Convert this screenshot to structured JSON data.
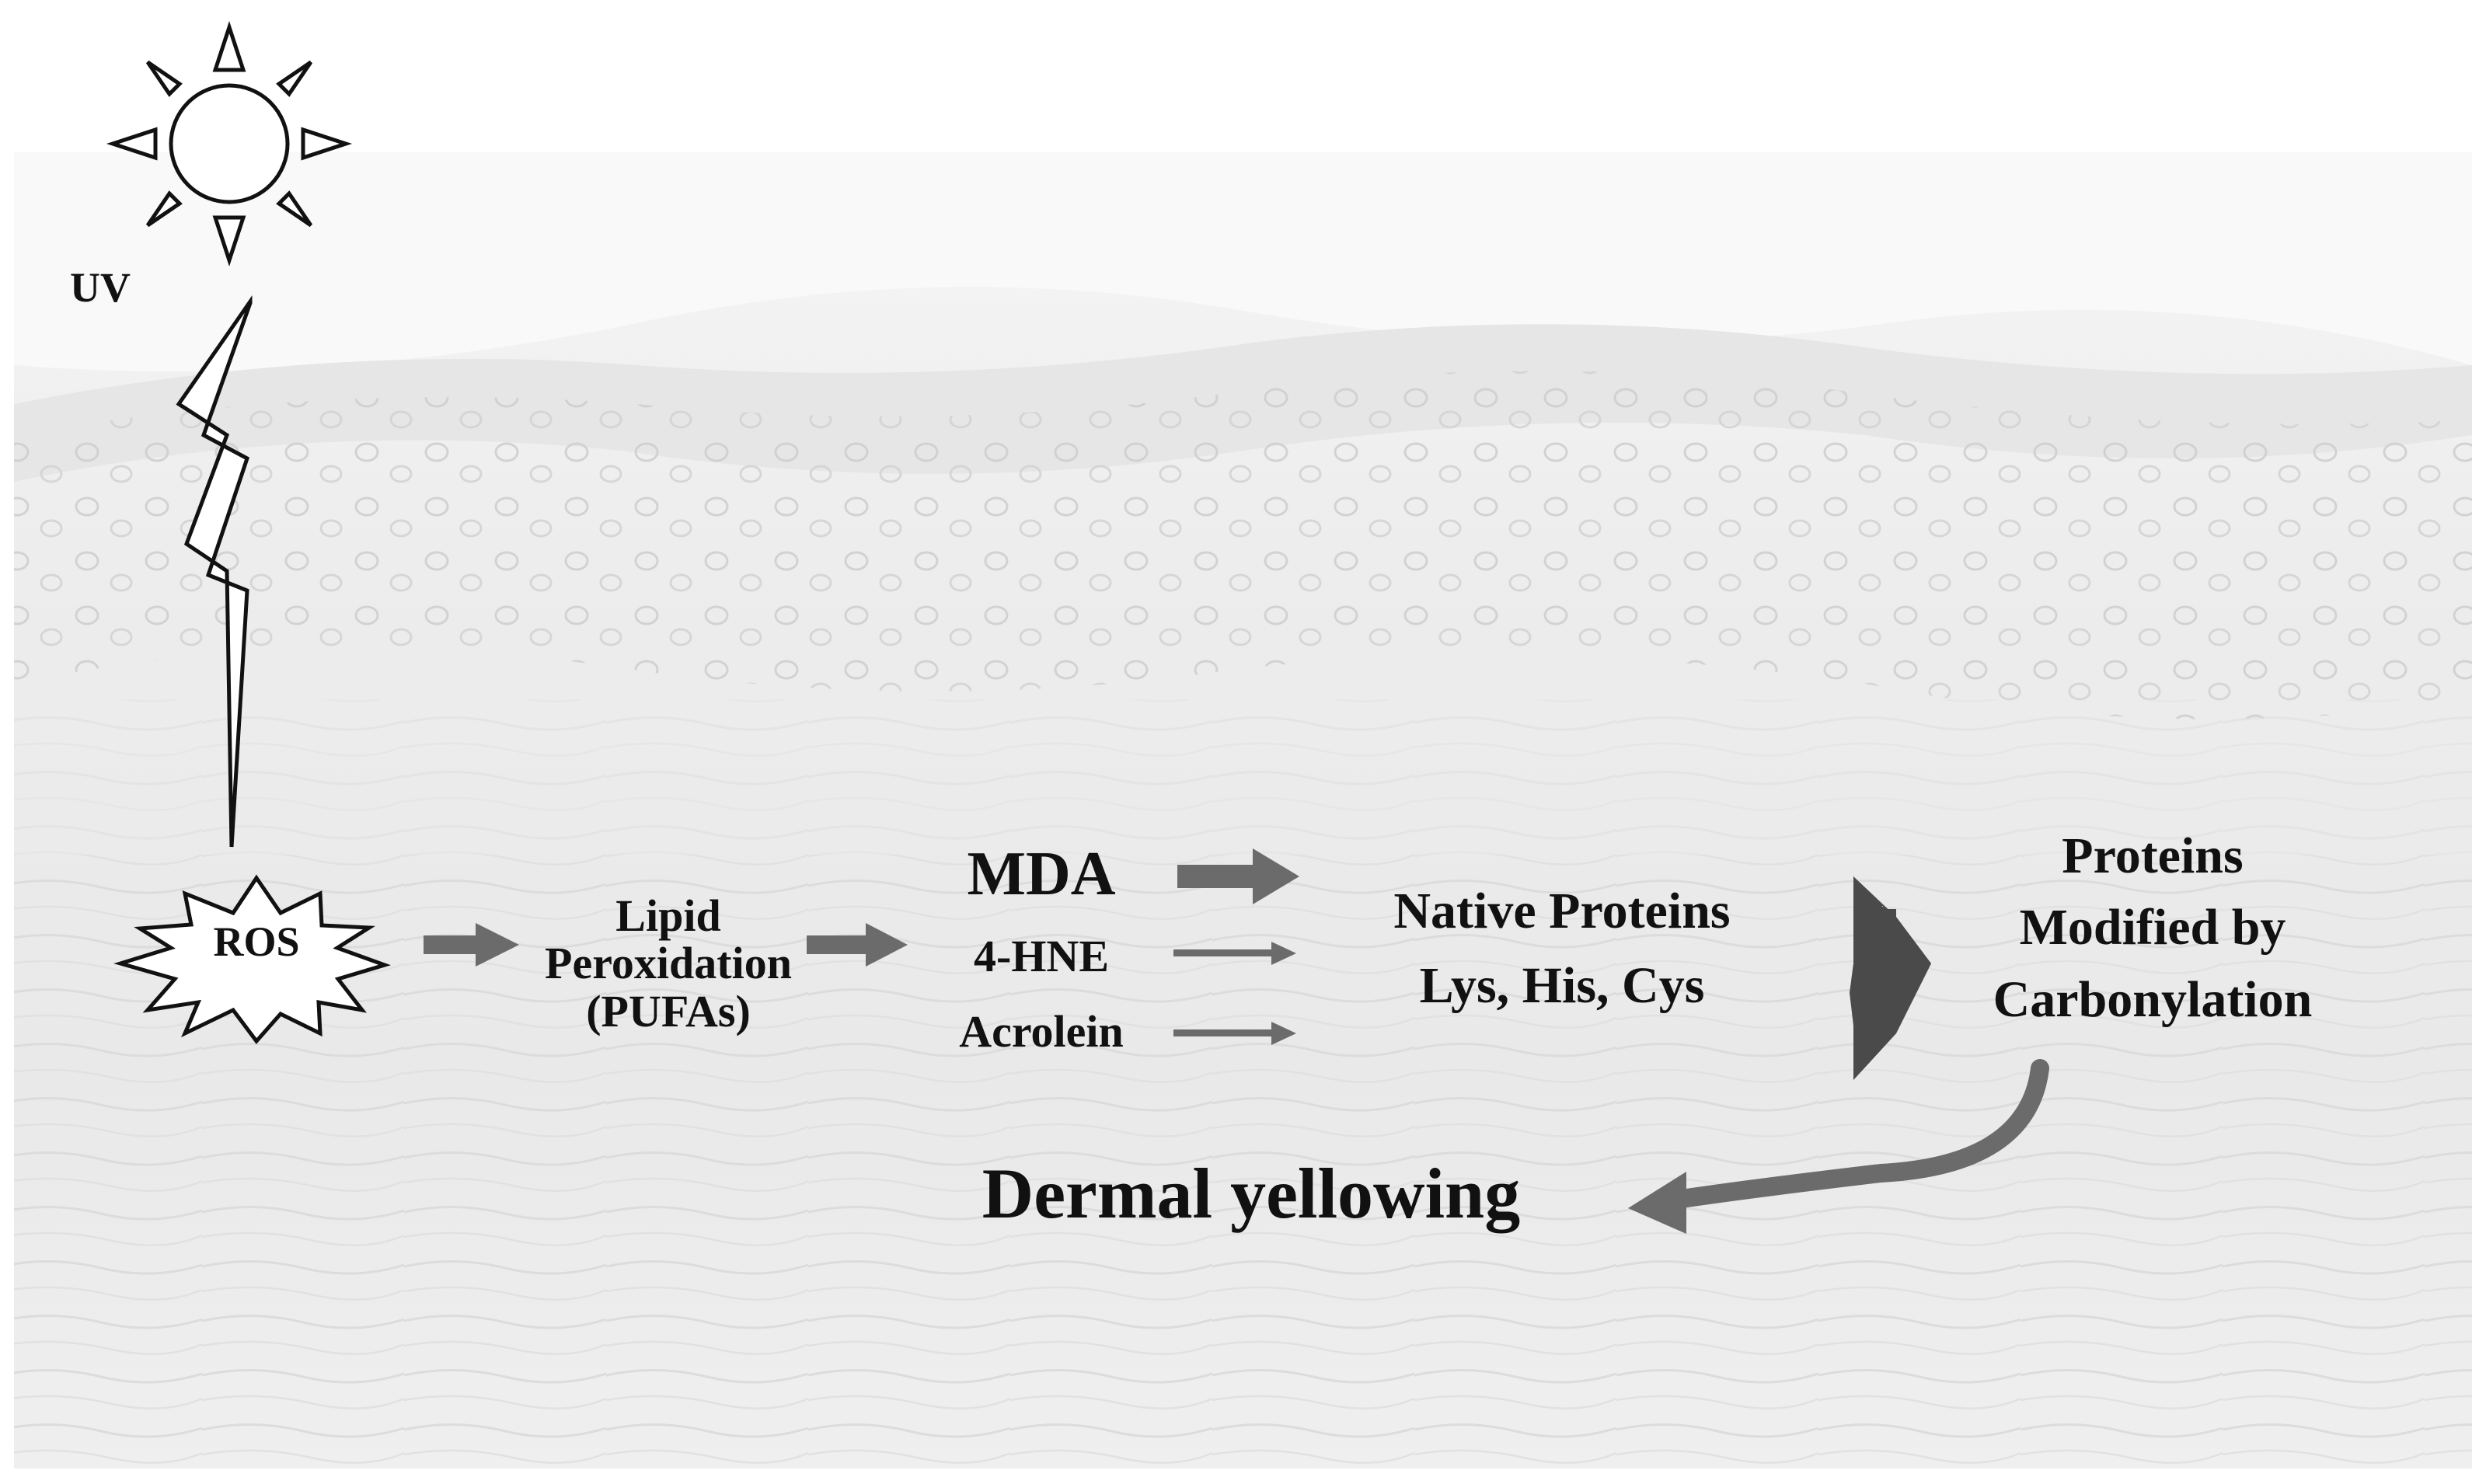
{
  "source": {
    "uv": "UV",
    "ros": "ROS"
  },
  "lipid_peroxidation": {
    "line1": "Lipid",
    "line2": "Peroxidation",
    "line3": "(PUFAs)"
  },
  "aldehydes": {
    "mda": "MDA",
    "hne": "4-HNE",
    "acrolein": "Acrolein"
  },
  "native_proteins": {
    "line1": "Native Proteins",
    "line2": "Lys, His, Cys"
  },
  "modified_proteins": {
    "line1": "Proteins",
    "line2": "Modified by",
    "line3": "Carbonylation"
  },
  "outcome": {
    "label": "Dermal yellowing"
  },
  "colors": {
    "arrow_gray": "#6b6b6b",
    "block_arrow": "#4a4a4a",
    "tissue_bg": "#ececec",
    "text": "#111111"
  }
}
